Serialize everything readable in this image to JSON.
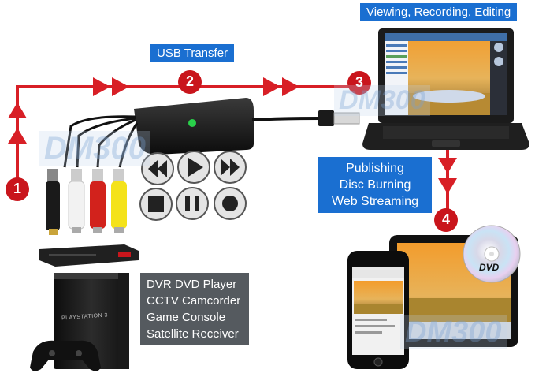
{
  "labels": {
    "usb_transfer": "USB Transfer",
    "top_right": "Viewing, Recording, Editing",
    "publishing_lines": [
      "Publishing",
      "Disc Burning",
      "Web Streaming"
    ],
    "devices_lines": [
      "DVR DVD Player",
      "CCTV Camcorder",
      "Game Console",
      "Satellite Receiver"
    ]
  },
  "steps": [
    "1",
    "2",
    "3",
    "4"
  ],
  "watermark": "DM300",
  "dvd_logo": "DVD",
  "console_brand": "PLAYSTATION 3",
  "colors": {
    "flow_red": "#d81f26",
    "label_blue": "#1a6fd1",
    "label_dark": "#555a5f"
  }
}
